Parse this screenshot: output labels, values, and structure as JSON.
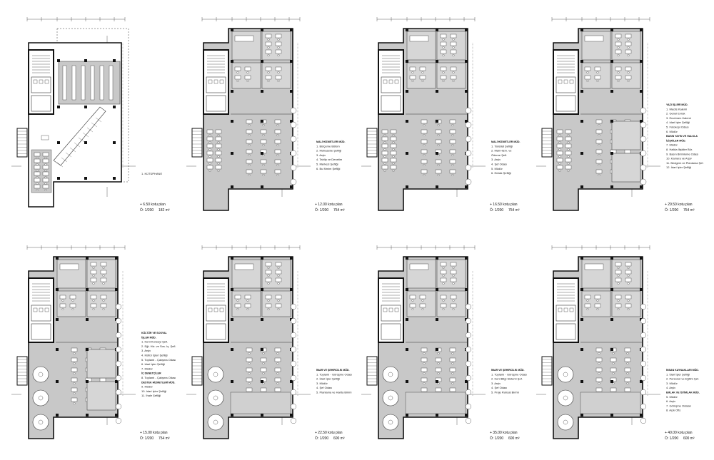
{
  "sheet": {
    "colors": {
      "fill": "#c8c8c8",
      "wall": "#111111",
      "line": "#333333",
      "bg": "#ffffff",
      "tree": "#ffffff"
    }
  },
  "plans": [
    {
      "id": "p1",
      "elevation": "+ 6.50 kotu plan",
      "scale": "Ö: 1/200",
      "area": "182 m²",
      "legend": [
        {
          "type": "item",
          "text": "1. KÜTÜPHANE"
        }
      ]
    },
    {
      "id": "p2",
      "elevation": "+ 12.00 kotu plan",
      "scale": "Ö: 1/200",
      "area": "754 m²",
      "legend": [
        {
          "type": "head",
          "text": "MALİ HİZMETLER MÜD."
        },
        {
          "type": "item",
          "text": "1. Bütçeme Bölüm"
        },
        {
          "type": "item",
          "text": "2. Muhasebe Şefliği"
        },
        {
          "type": "item",
          "text": "3. Arşiv"
        },
        {
          "type": "item",
          "text": "4. Tahlip ve Denetim"
        },
        {
          "type": "item",
          "text": "5. Merkezi Şefliği"
        },
        {
          "type": "item",
          "text": "6. Bu Mmim Şefliği"
        }
      ]
    },
    {
      "id": "p3",
      "elevation": "+ 16.50 kotu plan",
      "scale": "Ö: 1/200",
      "area": "754 m²",
      "legend": [
        {
          "type": "head",
          "text": "MALİ HİZMETLER MÜD."
        },
        {
          "type": "item",
          "text": "1. Tahsilat Şefliği"
        },
        {
          "type": "item",
          "text": "2. Mali Hizm. ve"
        },
        {
          "type": "item",
          "text": "   Ödeme Şefl."
        },
        {
          "type": "item",
          "text": "3. Arşiv"
        },
        {
          "type": "item",
          "text": "4. Şef Odası"
        },
        {
          "type": "item",
          "text": "5. Müdür"
        },
        {
          "type": "item",
          "text": "6. Emlak Şefliği"
        }
      ]
    },
    {
      "id": "p4",
      "elevation": "+ 29.50 kotu plan",
      "scale": "Ö: 1/200",
      "area": "754 m²",
      "legend": [
        {
          "type": "head",
          "text": "YAZI İŞLERİ MÜD."
        },
        {
          "type": "item",
          "text": "1. Meclis Kalemi"
        },
        {
          "type": "item",
          "text": "2. Genel Evrak"
        },
        {
          "type": "item",
          "text": "3. Encümen Kalemi"
        },
        {
          "type": "item",
          "text": "4. Idari İşler Şefliği"
        },
        {
          "type": "item",
          "text": "5. Fotokopi Odası"
        },
        {
          "type": "item",
          "text": "6. Müdür"
        },
        {
          "type": "head",
          "text": "BASIN YAYIN VE HALKLA"
        },
        {
          "type": "head",
          "text": "İLİŞKİLER MÜD."
        },
        {
          "type": "item",
          "text": "7. Müdür"
        },
        {
          "type": "item",
          "text": "8. Halkla İlişkiler Bür."
        },
        {
          "type": "item",
          "text": "9. Basın Birimleme Odası"
        },
        {
          "type": "item",
          "text": "10. Kamera ve Arşiv"
        },
        {
          "type": "item",
          "text": "11. Bedgem ve Planlama Şef."
        },
        {
          "type": "item",
          "text": "12. İdari İşler Şefliği"
        }
      ]
    },
    {
      "id": "p5",
      "elevation": "+ 15.00 kotu plan",
      "scale": "Ö: 1/200",
      "area": "754 m²",
      "legend": [
        {
          "type": "head",
          "text": "KÜLTÜR VE SOSYAL"
        },
        {
          "type": "head",
          "text": "İŞLER MÜD."
        },
        {
          "type": "item",
          "text": "1. Kent Konseyi Şefl."
        },
        {
          "type": "item",
          "text": "2. Eğt. Hiz. ve Sos. Iş. Şefl."
        },
        {
          "type": "item",
          "text": "3. Arşiv"
        },
        {
          "type": "item",
          "text": "4. Kültür İşleri Şefliği"
        },
        {
          "type": "item",
          "text": "5. Toplantı - Çalışma Odası"
        },
        {
          "type": "item",
          "text": "6. Idari İşler Şefliği"
        },
        {
          "type": "item",
          "text": "7. Müdür"
        },
        {
          "type": "head",
          "text": "İÇ DENETÇİLER"
        },
        {
          "type": "item",
          "text": "8. Toplantı - Çalışma Odası"
        },
        {
          "type": "head",
          "text": "DESTEK HİZMETLERİ MÜD."
        },
        {
          "type": "item",
          "text": "9. Müdür"
        },
        {
          "type": "item",
          "text": "10. Idari İşler Şefliği"
        },
        {
          "type": "item",
          "text": "11. İhale Şefliği"
        }
      ]
    },
    {
      "id": "p6",
      "elevation": "+ 22.50 kotu plan",
      "scale": "Ö: 1/200",
      "area": "600 m²",
      "legend": [
        {
          "type": "head",
          "text": "İMAR VE ŞEHİRCİLİK MÜD."
        },
        {
          "type": "item",
          "text": "1. Toplantı - Görüşme Odası"
        },
        {
          "type": "item",
          "text": "2. İdari İşler Şefliği"
        },
        {
          "type": "item",
          "text": "3. Müdür"
        },
        {
          "type": "item",
          "text": "4. Şef Odası"
        },
        {
          "type": "item",
          "text": "5. Planlama ve Harita Birimi"
        }
      ]
    },
    {
      "id": "p7",
      "elevation": "+ 35.00 kotu plan",
      "scale": "Ö: 1/200",
      "area": "600 m²",
      "legend": [
        {
          "type": "head",
          "text": "İMAR VE ŞEHİRCİLİK MÜD."
        },
        {
          "type": "item",
          "text": "1. Toplantı - Görüşme Odası"
        },
        {
          "type": "item",
          "text": "2. Kent Bilgi Sistemi Şef."
        },
        {
          "type": "item",
          "text": "3. Arşiv"
        },
        {
          "type": "item",
          "text": "4. Şef Odası"
        },
        {
          "type": "item",
          "text": "5. Proje Ruhsat Birimi"
        }
      ]
    },
    {
      "id": "p8",
      "elevation": "+ 40.00 kotu plan",
      "scale": "Ö: 1/200",
      "area": "600 m²",
      "legend": [
        {
          "type": "head",
          "text": "İNSAN KAYNAKLARI MÜD."
        },
        {
          "type": "item",
          "text": "1. İdari İşler Şefliği"
        },
        {
          "type": "item",
          "text": "2. Personel ve Eğitim Şef."
        },
        {
          "type": "item",
          "text": "3. Müdür"
        },
        {
          "type": "item",
          "text": "4. Arşiv"
        },
        {
          "type": "head",
          "text": "EMLAK VE İSTİMLAK MÜD."
        },
        {
          "type": "item",
          "text": "5. Müdür"
        },
        {
          "type": "item",
          "text": "6. Arşiv"
        },
        {
          "type": "item",
          "text": "7. Görüşme Odaları"
        },
        {
          "type": "item",
          "text": "8. Açık Ofis"
        }
      ]
    }
  ]
}
